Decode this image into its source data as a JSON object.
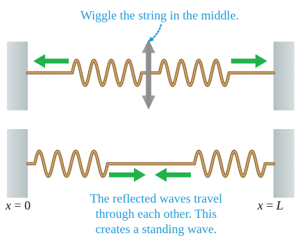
{
  "top_caption": "Wiggle the string in the middle.",
  "bottom_caption": {
    "line1": "The reflected waves travel",
    "line2": "through each other. This",
    "line3": "creates a standing wave."
  },
  "labels": {
    "left_var": "x",
    "left_eq": " = 0",
    "right_var": "x",
    "right_eq": " = ",
    "right_val": "L"
  },
  "colors": {
    "caption_blue": "#1f9bd6",
    "arrow_green": "#22b24c",
    "string_tan": "#b98a4e",
    "wall_gray": "#c7d1d2",
    "double_arrow_gray": "#909090"
  },
  "icons": {
    "wiggle_arrow": "double-headed-vertical-arrow",
    "direction_arrows": "green-horizontal-arrow",
    "pointer": "dotted-curved-arrow"
  }
}
